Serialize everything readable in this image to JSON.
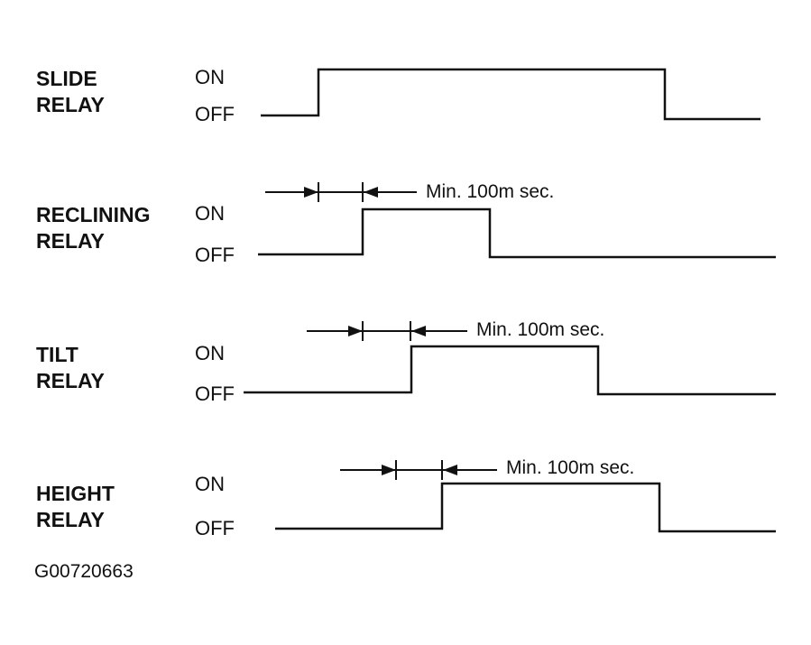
{
  "relays": [
    {
      "id": "slide",
      "name_line1": "SLIDE",
      "name_line2": "RELAY",
      "on_label": "ON",
      "off_label": "OFF",
      "min_note": ""
    },
    {
      "id": "reclining",
      "name_line1": "RECLINING",
      "name_line2": "RELAY",
      "on_label": "ON",
      "off_label": "OFF",
      "min_note": "Min. 100m sec."
    },
    {
      "id": "tilt",
      "name_line1": "TILT",
      "name_line2": "RELAY",
      "on_label": "ON",
      "off_label": "OFF",
      "min_note": "Min. 100m sec."
    },
    {
      "id": "height",
      "name_line1": "HEIGHT",
      "name_line2": "RELAY",
      "on_label": "ON",
      "off_label": "OFF",
      "min_note": "Min. 100m sec."
    }
  ],
  "figure_code": "G00720663",
  "colors": {
    "line": "#111111",
    "background": "#ffffff"
  }
}
